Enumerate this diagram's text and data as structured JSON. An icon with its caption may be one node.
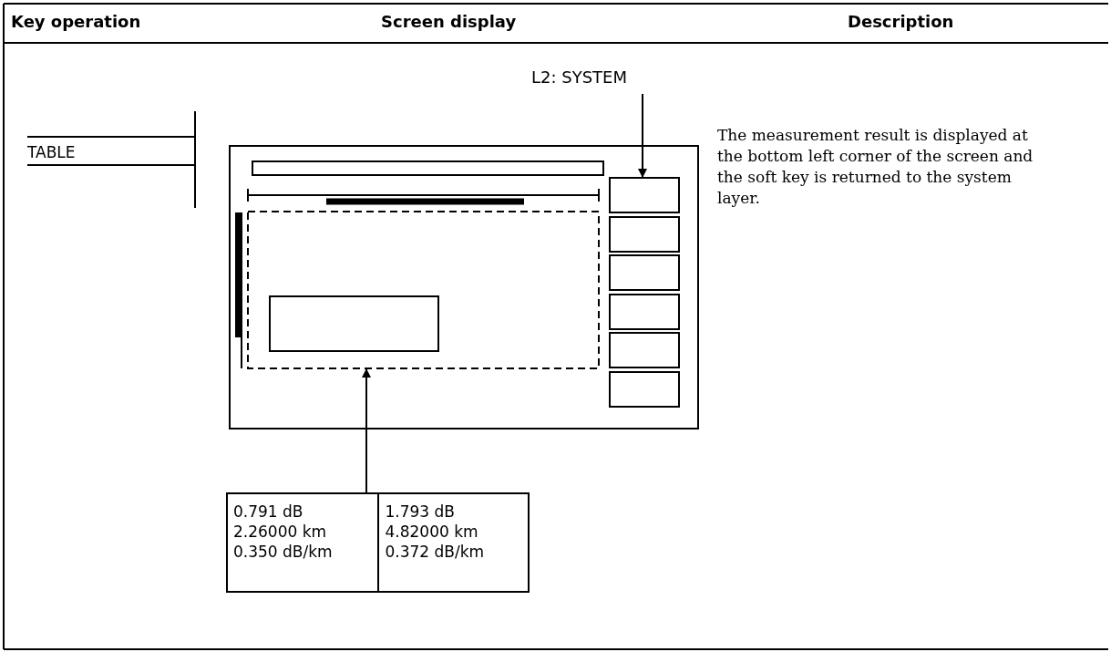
{
  "diagram": {
    "nodes": [
      {
        "text": [
          "L2: SYSTEM"
        ]
      },
      {
        "text": [],
        "shape": "box"
      },
      {
        "text": [],
        "shape": "box"
      },
      {
        "text": [],
        "shape": "box"
      },
      {
        "text": [],
        "shape": "box"
      },
      {
        "text": [],
        "shape": "box"
      },
      {
        "text": [],
        "shape": "box"
      },
      {
        "text": [],
        "shape": "box"
      },
      {
        "text": [
          "0.791 dB 2.26000 km 0.350 dB/km",
          "1.793 dB 4.82000 km 0.372 dB/km"
        ]
      }
    ],
    "edges": [
      {
        "from": 0,
        "to": 1,
        "arrow": "to"
      },
      {
        "from": 8,
        "to": 7,
        "arrow": "to"
      }
    ],
    "labels": [
      "Key operation",
      "Screen display",
      "Description",
      "TABLE",
      "The measurement result is displayed at the bottom left corner of the screen and the soft key is returned to the system layer."
    ]
  }
}
